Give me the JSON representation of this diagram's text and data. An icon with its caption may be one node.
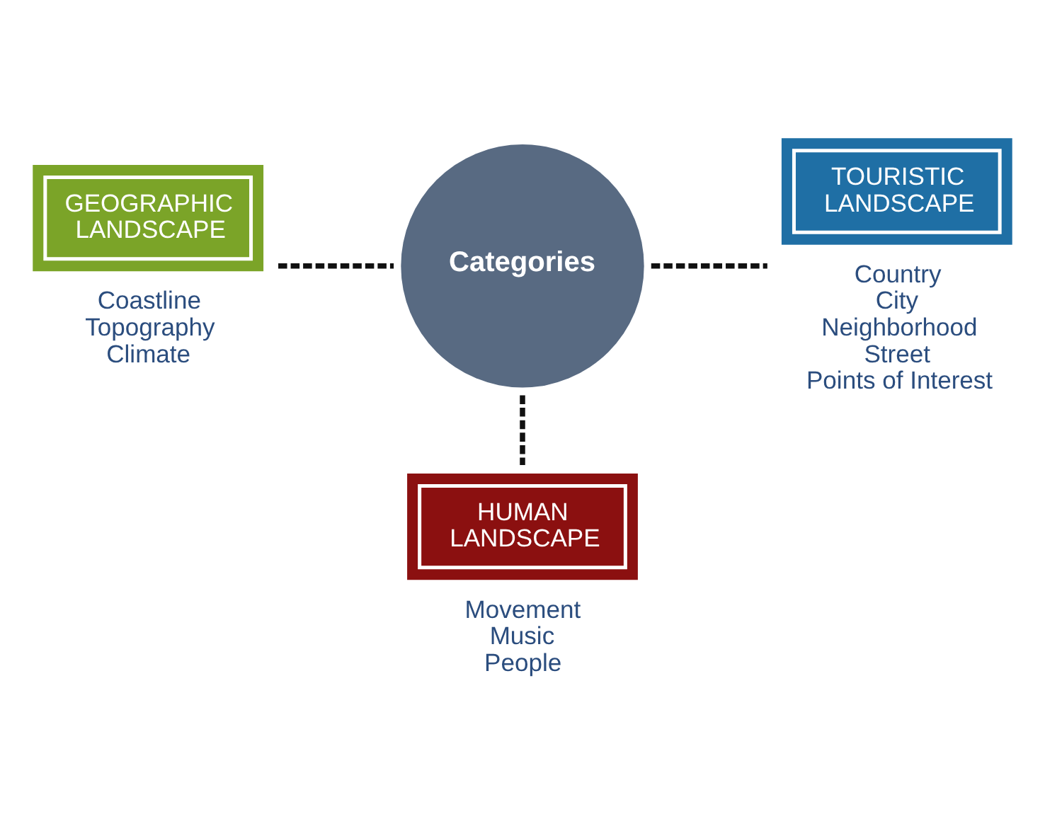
{
  "diagram": {
    "nodes": [
      {
        "text": [
          "GEOGRAPHIC LANDSCAPE"
        ],
        "beside": [
          "Coastline",
          "Topography",
          "Climate"
        ]
      },
      {
        "text": [
          "TOURISTIC LANDSCAPE"
        ],
        "beside": [
          "Country",
          "City",
          "Neighborhood",
          "Street",
          "Points of Interest"
        ]
      },
      {
        "text": [
          "Categories"
        ]
      },
      {
        "text": [
          "HUMAN LANDSCAPE"
        ],
        "beside": [
          "Movement",
          "Music",
          "People"
        ]
      }
    ],
    "edges": [
      {
        "from": 0,
        "to": 2,
        "arrow": "none",
        "style": "dashed"
      },
      {
        "from": 2,
        "to": 1,
        "arrow": "none",
        "style": "dashed"
      },
      {
        "from": 2,
        "to": 3,
        "arrow": "none",
        "style": "dashed"
      }
    ]
  }
}
